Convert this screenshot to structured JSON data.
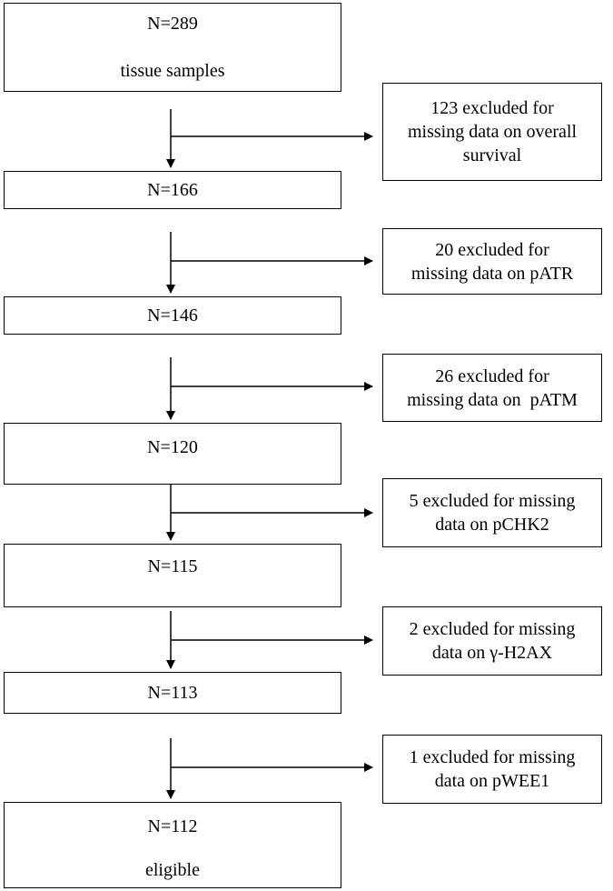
{
  "start": {
    "count": "N=289",
    "label": "tissue samples"
  },
  "steps": [
    {
      "count": "N=166",
      "excluded": [
        "123 excluded for",
        "missing data on overall",
        "survival"
      ]
    },
    {
      "count": "N=146",
      "excluded": [
        "20 excluded for",
        "missing data on pATR"
      ]
    },
    {
      "count": "N=120",
      "excluded": [
        "26 excluded for",
        "missing data on  pATM"
      ]
    },
    {
      "count": "N=115",
      "excluded": [
        "5 excluded for missing",
        "data on pCHK2"
      ]
    },
    {
      "count": "N=113",
      "excluded": [
        "2 excluded for missing",
        "data on γ-H2AX"
      ]
    },
    {
      "count": "N=112",
      "label": "eligible",
      "excluded": [
        "1 excluded for missing",
        "data on pWEE1"
      ]
    }
  ]
}
